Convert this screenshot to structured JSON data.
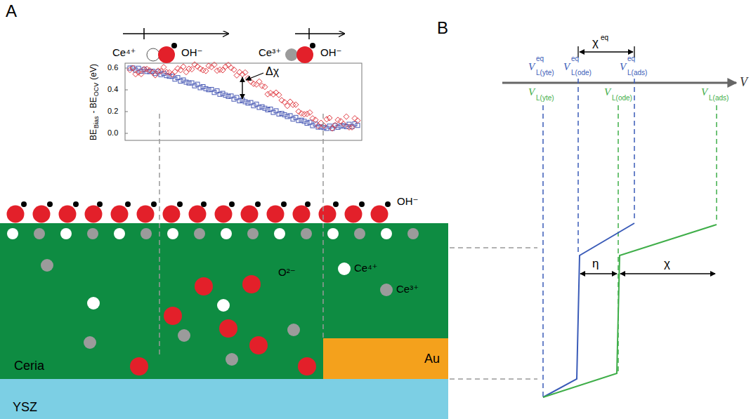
{
  "diagram": {
    "nodes": [
      {
        "text": [
          "Ceria"
        ]
      },
      {
        "text": [
          "Au"
        ],
        "in": 0
      },
      {
        "text": [
          "YSZ"
        ]
      }
    ],
    "labels": [
      "A",
      "Ce⁴⁺",
      "OH⁻",
      "Ce³⁺",
      "OH⁻",
      "BE",
      "Bias",
      "- BE",
      "OCV",
      "(eV)",
      "0.6",
      "0.4",
      "0.2",
      "0.0",
      "Δχ",
      "OH⁻",
      "O²⁻",
      "Ce⁴⁺",
      "Ce³⁺",
      "B",
      "V",
      "V",
      "L(yte)",
      "eq",
      "V",
      "L(ode)",
      "eq",
      "V",
      "L(ads)",
      "eq",
      "V",
      "L(yte)",
      "V",
      "L(ode)",
      "V",
      "L(ads)",
      "χ",
      "eq",
      "η",
      "χ"
    ]
  }
}
